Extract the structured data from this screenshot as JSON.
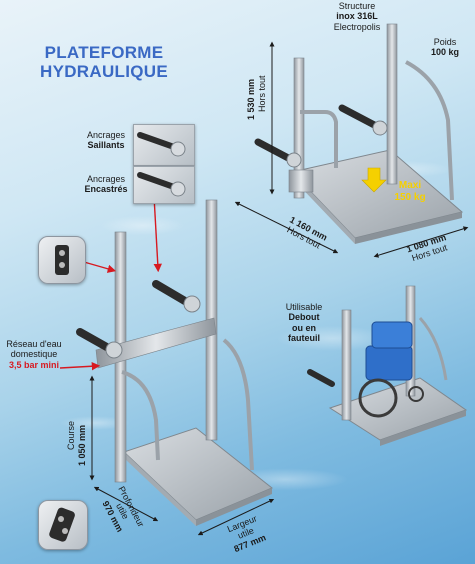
{
  "title": {
    "line1": "PLATEFORME",
    "line2": "HYDRAULIQUE"
  },
  "structure": {
    "line1": "Structure",
    "line2": "inox 316L",
    "line3": "Electropolis"
  },
  "weight": {
    "label": "Poids",
    "value": "100 kg"
  },
  "height_total": {
    "value": "1 530 mm",
    "note": "Hors tout"
  },
  "max_load": {
    "label": "Maxi",
    "value": "150 kg"
  },
  "depth_total": {
    "value": "1 160 mm",
    "note": "Hors tout"
  },
  "width_total": {
    "value": "1 080 mm",
    "note": "Hors tout"
  },
  "anchor_protruding": {
    "line1": "Ancrages",
    "line2": "Saillants"
  },
  "anchor_recessed": {
    "line1": "Ancrages",
    "line2": "Encastrés"
  },
  "water_supply": {
    "line1": "Réseau d'eau",
    "line2": "domestique",
    "line3": "3,5 bar mini"
  },
  "usage": {
    "line1": "Utilisable",
    "line2": "Debout",
    "line3": "ou en",
    "line4": "fauteuil"
  },
  "stroke": {
    "label": "Course",
    "value": "1 050 mm"
  },
  "depth_useful": {
    "label1": "Profondeur",
    "label2": "utile",
    "value": "970 mm"
  },
  "width_useful": {
    "label1": "Largeur",
    "label2": "utile",
    "value": "877 mm"
  },
  "colors": {
    "title": "#3a69c4",
    "accent_red": "#d71920",
    "accent_yellow": "#f5d000",
    "steel": "#b9bfc5"
  }
}
